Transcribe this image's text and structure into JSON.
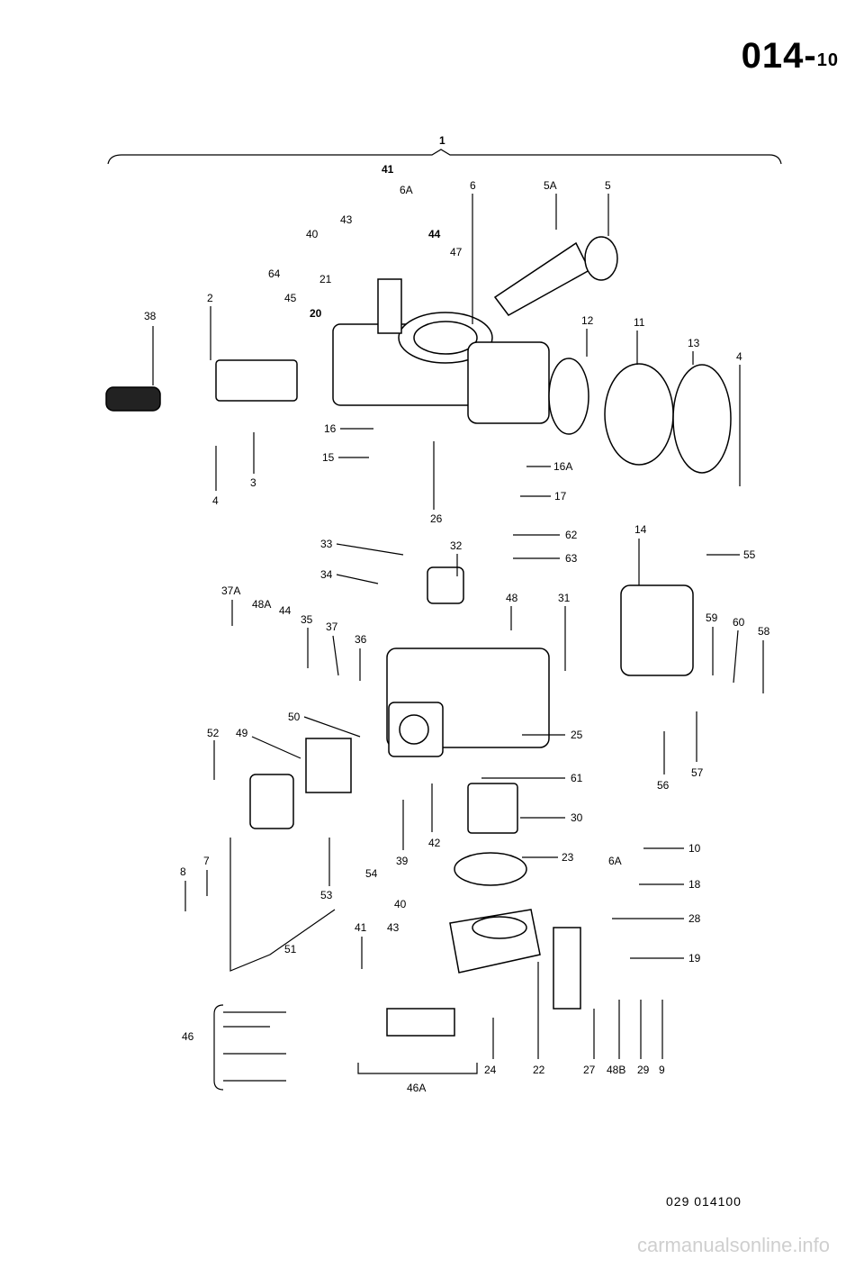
{
  "header": {
    "page_main": "014",
    "page_dash": "-",
    "page_sub": "10"
  },
  "group_label": "1",
  "footer": {
    "ref_code": "029 014100",
    "watermark": "carmanualsonline.info"
  },
  "callouts": [
    "41",
    "6A",
    "6",
    "5A",
    "5",
    "43",
    "40",
    "44",
    "47",
    "21",
    "64",
    "45",
    "2",
    "38",
    "20",
    "12",
    "11",
    "13",
    "4",
    "16",
    "15",
    "16A",
    "3",
    "4",
    "17",
    "26",
    "62",
    "63",
    "14",
    "55",
    "33",
    "32",
    "34",
    "37A",
    "48A",
    "44",
    "35",
    "37",
    "36",
    "48",
    "31",
    "59",
    "60",
    "58",
    "50",
    "25",
    "52",
    "49",
    "61",
    "56",
    "57",
    "30",
    "39",
    "42",
    "8",
    "7",
    "54",
    "23",
    "10",
    "6A",
    "18",
    "53",
    "40",
    "28",
    "41",
    "43",
    "51",
    "19",
    "46",
    "24",
    "22",
    "27",
    "48B",
    "29",
    "9",
    "46A"
  ]
}
